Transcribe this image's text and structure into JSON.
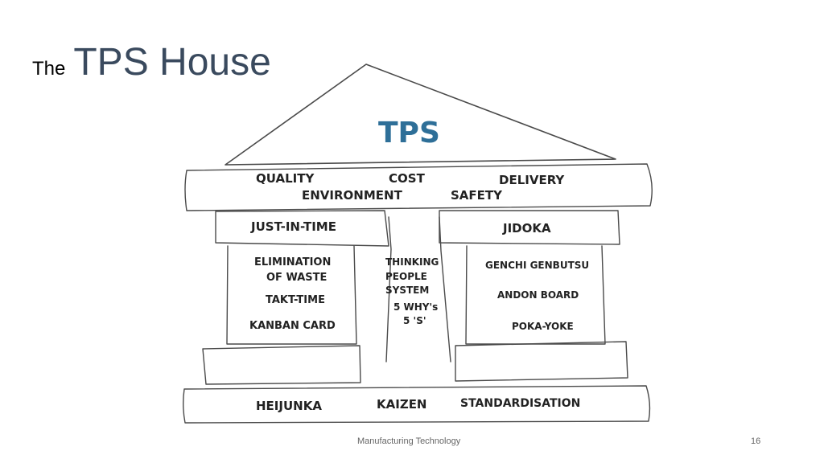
{
  "slide": {
    "title_prefix": "The",
    "title_main": "TPS House",
    "footer": "Manufacturing Technology",
    "page_number": "16"
  },
  "house": {
    "roof_label": "TPS",
    "goals_row1": [
      "QUALITY",
      "COST",
      "DELIVERY"
    ],
    "goals_row2": [
      "ENVIRONMENT",
      "SAFETY"
    ],
    "left_pillar": {
      "header": "JUST-IN-TIME",
      "items": [
        "ELIMINATION",
        "OF WASTE",
        "TAKT-TIME",
        "KANBAN CARD"
      ]
    },
    "center": {
      "items": [
        "THINKING",
        "PEOPLE",
        "SYSTEM",
        "5 WHY's",
        "5 'S'"
      ]
    },
    "right_pillar": {
      "header": "JIDOKA",
      "items": [
        "GENCHI GENBUTSU",
        "ANDON BOARD",
        "POKA-YOKE"
      ]
    },
    "foundation": [
      "HEIJUNKA",
      "KAIZEN",
      "STANDARDISATION"
    ]
  }
}
